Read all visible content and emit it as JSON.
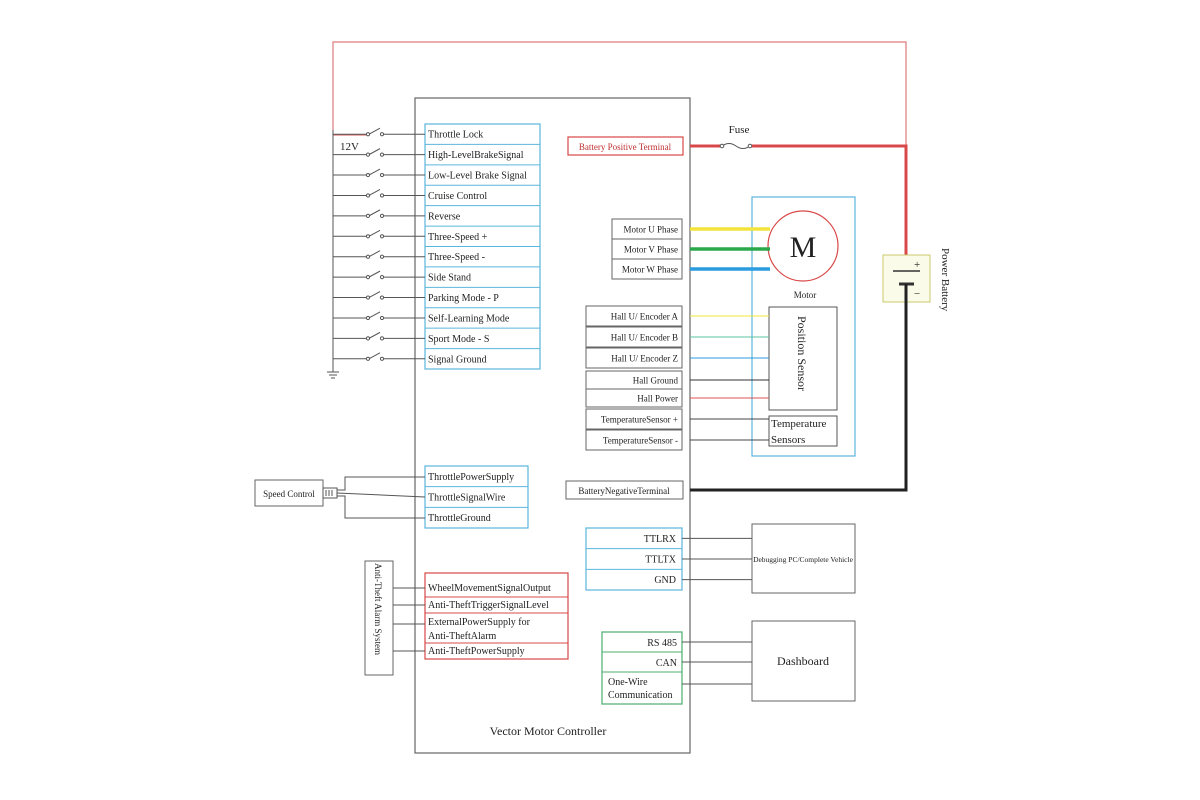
{
  "controller": {
    "title": "Vector Motor Controller"
  },
  "switch_inputs": {
    "voltage_label": "12V",
    "items": [
      "Throttle Lock",
      "High-LevelBrakeSignal",
      "Low-Level Brake Signal",
      "Cruise Control",
      "Reverse",
      "Three-Speed +",
      "Three-Speed -",
      "Side Stand",
      "Parking Mode - P",
      "Self-Learning Mode",
      "Sport Mode - S",
      "Signal Ground"
    ]
  },
  "throttle": {
    "device": "Speed Control",
    "items": [
      "ThrottlePowerSupply",
      "ThrottleSignalWire",
      "ThrottleGround"
    ]
  },
  "anti_theft": {
    "device": "Anti-Theft Alarm System",
    "items": [
      "WheelMovementSignalOutput",
      "Anti-TheftTriggerSignalLevel",
      "ExternalPowerSupply for",
      "Anti-TheftAlarm",
      "Anti-TheftPowerSupply"
    ]
  },
  "battery": {
    "positive_terminal": "Battery Positive Terminal",
    "negative_terminal": "BatteryNegativeTerminal",
    "fuse": "Fuse",
    "label": "Power Battery",
    "plus": "+",
    "minus": "−"
  },
  "motor": {
    "symbol": "M",
    "label": "Motor",
    "phases": [
      "Motor U Phase",
      "Motor V Phase",
      "Motor W Phase"
    ],
    "phase_colors": [
      "#f2e43a",
      "#2aa84a",
      "#2b9be0"
    ],
    "position_sensor": "Position Sensor",
    "temp_sensor_line1": "Temperature",
    "temp_sensor_line2": "Sensors"
  },
  "hall_signals": [
    "Hall U/ Encoder A",
    "Hall U/ Encoder B",
    "Hall U/ Encoder Z",
    "Hall Ground",
    "Hall Power",
    "TemperatureSensor +",
    "TemperatureSensor -"
  ],
  "hall_colors": [
    "#f2e43a",
    "#5cc4a0",
    "#2b9be0",
    "#333333",
    "#e05050",
    "#444444",
    "#444444"
  ],
  "debug": {
    "device": "Debugging PC/Complete Vehicle",
    "items": [
      "TTLRX",
      "TTLTX",
      "GND"
    ]
  },
  "dashboard": {
    "device": "Dashboard",
    "items": [
      "RS 485",
      "CAN",
      "One-Wire",
      "Communication"
    ]
  },
  "colors": {
    "red": "#d94848",
    "blue": "#5bb6dd",
    "green": "#4cae6e",
    "dark": "#333333",
    "gray": "#777777"
  }
}
